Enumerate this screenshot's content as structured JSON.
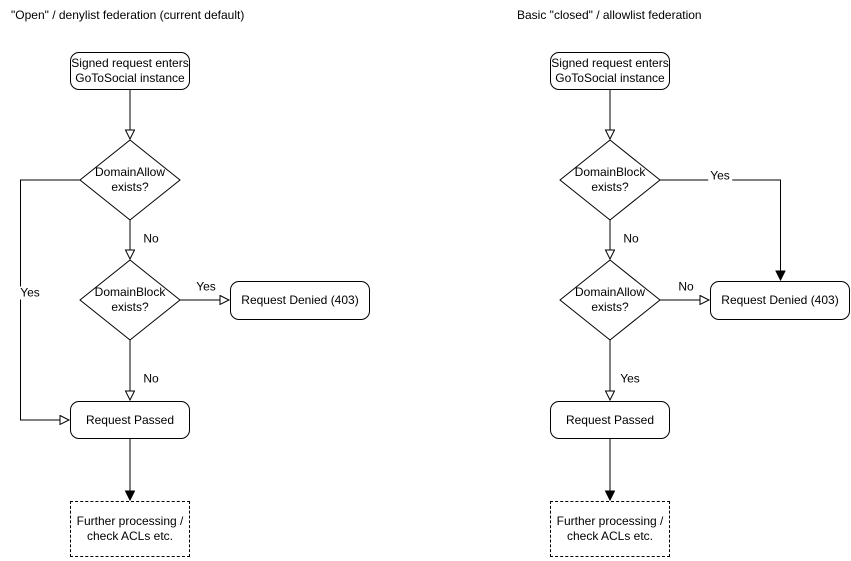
{
  "colors": {
    "stroke": "#000000",
    "background": "#ffffff",
    "text": "#000000"
  },
  "left": {
    "title": "\"Open\" / denylist federation (current default)",
    "start": {
      "line1": "Signed request enters",
      "line2": "GoToSocial instance"
    },
    "decision1": {
      "line1": "DomainAllow",
      "line2": "exists?"
    },
    "decision2": {
      "line1": "DomainBlock",
      "line2": "exists?"
    },
    "denied": "Request Denied (403)",
    "passed": "Request Passed",
    "further": {
      "line1": "Further processing /",
      "line2": "check ACLs etc."
    },
    "labels": {
      "decision1_yes": "Yes",
      "decision1_no": "No",
      "decision2_yes": "Yes",
      "decision2_no": "No"
    }
  },
  "right": {
    "title": "Basic \"closed\" / allowlist federation",
    "start": {
      "line1": "Signed request enters",
      "line2": "GoToSocial instance"
    },
    "decision1": {
      "line1": "DomainBlock",
      "line2": "exists?"
    },
    "decision2": {
      "line1": "DomainAllow",
      "line2": "exists?"
    },
    "denied": "Request Denied (403)",
    "passed": "Request Passed",
    "further": {
      "line1": "Further processing /",
      "line2": "check ACLs etc."
    },
    "labels": {
      "decision1_yes": "Yes",
      "decision1_no": "No",
      "decision2_no": "No",
      "decision2_yes": "Yes"
    }
  }
}
